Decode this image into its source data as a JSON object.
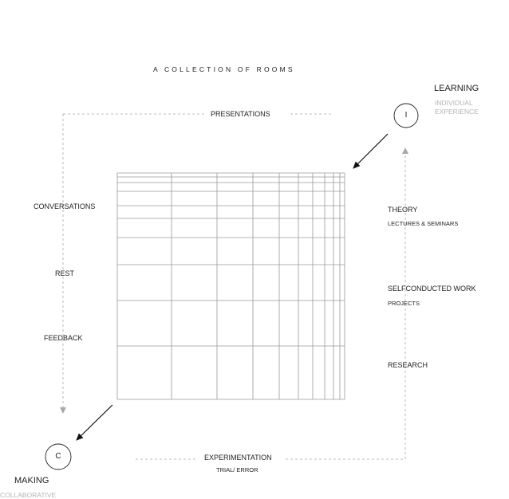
{
  "title": "A COLLECTION OF ROOMS",
  "learning": {
    "circle_letter": "I",
    "label": "LEARNING",
    "sub_line1": "INDIVIDUAL",
    "sub_line2": "EXPERIENCE"
  },
  "making": {
    "circle_letter": "C",
    "label": "MAKING",
    "sub_line1": "COLLABORATIVE"
  },
  "top_path": {
    "label": "PRESENTATIONS"
  },
  "left_path": {
    "items": [
      "CONVERSATIONS",
      "REST",
      "FEEDBACK"
    ]
  },
  "right_path": {
    "items": [
      {
        "label": "THEORY",
        "sub": "LECTURES  & SEMINARS"
      },
      {
        "label": "SELFCONDUCTED WORK",
        "sub": "PROJECTS"
      },
      {
        "label": "RESEARCH",
        "sub": ""
      }
    ]
  },
  "bottom_path": {
    "label": "EXPERIMENTATION",
    "sub": "TRIAL/  ERROR"
  },
  "colors": {
    "line": "#9a9a9a",
    "dash": "#a9a9a9",
    "arrow": "#111111"
  }
}
